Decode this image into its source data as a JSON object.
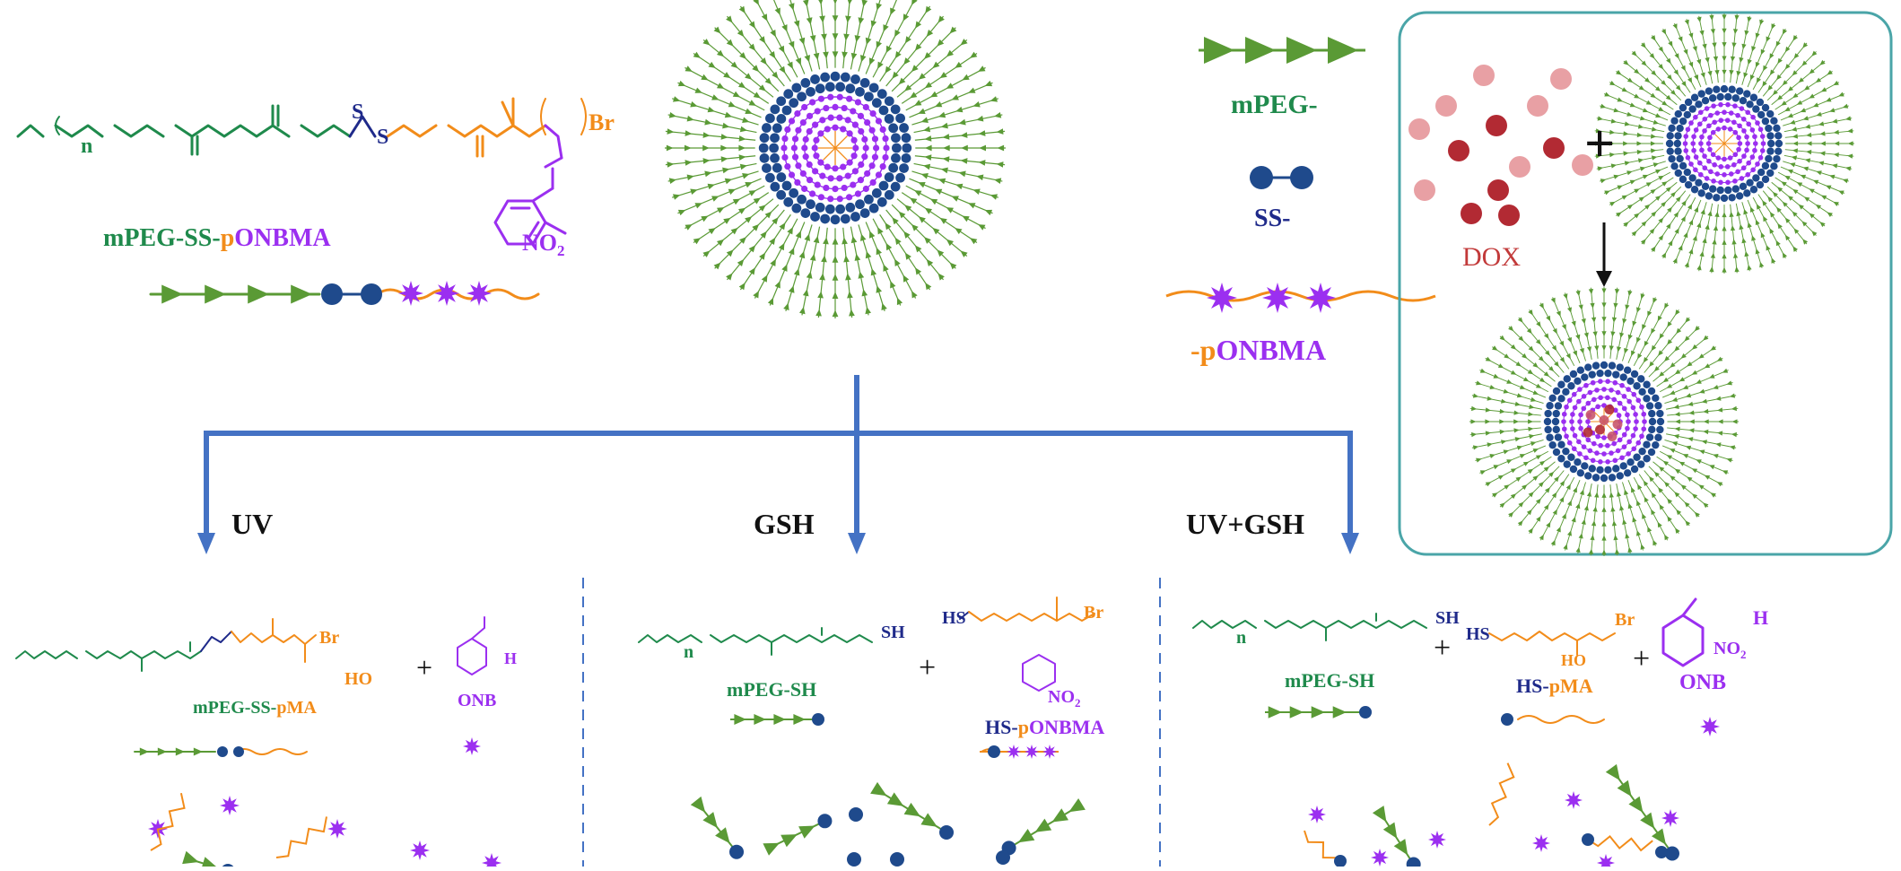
{
  "colors": {
    "peg": "#5a9a35",
    "ss": "#1f4a8c",
    "onb": "#9b2ff0",
    "pma": "#f28c1a",
    "arrow": "#4472c4",
    "dox_dark": "#b22a33",
    "dox_light": "#e8a0a4",
    "box_border": "#4aa5a8"
  },
  "top": {
    "polymer_name_parts": [
      "mPEG-SS-",
      "p",
      "ONBMA"
    ],
    "chem_n": "n",
    "chem_br": "Br",
    "chem_no2": "NO",
    "chem_sub2": "2",
    "chem_s": "S"
  },
  "legend": {
    "mpeg": "mPEG-",
    "ss": "SS-",
    "ponbma_parts": [
      "-",
      "p",
      "ONBMA"
    ]
  },
  "dox_box": {
    "dox_label": "DOX",
    "plus": "+"
  },
  "branches": {
    "uv": "UV",
    "gsh": "GSH",
    "uvgsh": "UV+GSH"
  },
  "products": {
    "uv_polymer_parts": [
      "mPEG-SS-",
      "pMA"
    ],
    "uv_onb": "ONB",
    "uv_ho": "HO",
    "gsh_mpeg_sh": "mPEG-SH",
    "gsh_hs_parts": [
      "HS-",
      "p",
      "ONBMA"
    ],
    "sh": "SH",
    "hs": "HS",
    "uvgsh_mpeg_sh": "mPEG-SH",
    "uvgsh_hs_pma_parts": [
      "HS-",
      "pMA"
    ],
    "uvgsh_onb": "ONB",
    "h": "H",
    "plus": "+"
  }
}
